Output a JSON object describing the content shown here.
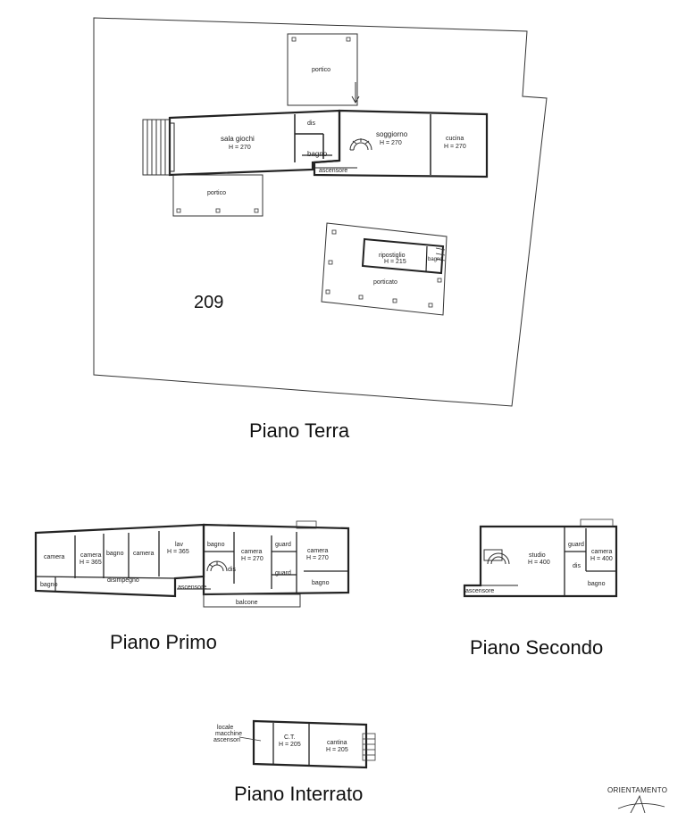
{
  "parcel_number": "209",
  "titles": {
    "terra": "Piano Terra",
    "primo": "Piano Primo",
    "secondo": "Piano Secondo",
    "interrato": "Piano Interrato"
  },
  "orientation_label": "ORIENTAMENTO",
  "terra": {
    "porticato_top": "portico",
    "portico_left": "portico",
    "sala_giochi": "sala giochi",
    "sala_giochi_h": "H = 270",
    "dis": "dis",
    "bagno": "bagno",
    "ascensore": "ascensore",
    "soggiorno": "soggiorno",
    "soggiorno_h": "H = 270",
    "cucina": "cucina",
    "cucina_h": "H = 270",
    "ripostiglio": "ripostiglio",
    "ripostiglio_h": "H = 215",
    "bagno_annex": "bagno",
    "porticato": "porticato"
  },
  "primo": {
    "camera1": "camera",
    "camera2": "camera",
    "camera2_h": "H = 365",
    "bagno1": "bagno",
    "camera3": "camera",
    "lav": "lav",
    "lav_h": "H = 365",
    "bagno_left": "bagno",
    "disimpegno": "disimpegno",
    "bagno_mid": "bagno",
    "camera4": "camera",
    "camera4_h": "H = 270",
    "guard1": "guard",
    "camera5": "camera",
    "camera5_h": "H = 270",
    "guard2": "guard",
    "bagno_right": "bagno",
    "ascensore": "ascensore",
    "balcone": "balcone",
    "dis": "dis"
  },
  "secondo": {
    "studio": "studio",
    "studio_h": "H = 400",
    "guard": "guard",
    "camera": "camera",
    "camera_h": "H = 400",
    "dis": "dis",
    "bagno": "bagno",
    "ascensore": "ascensore"
  },
  "interrato": {
    "locale_1": "locale",
    "locale_2": "macchine",
    "locale_3": "ascensori",
    "ct": "C.T.",
    "ct_h": "H = 205",
    "cantina": "cantina",
    "cantina_h": "H = 205"
  }
}
